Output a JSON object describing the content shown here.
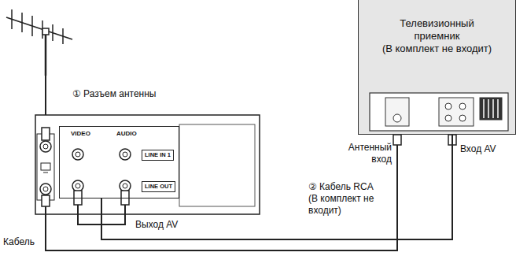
{
  "diagram": {
    "nodes": [
      {
        "text": [
          "Телевизионный приемник",
          "(В комплект не входит)"
        ]
      },
      {
        "text": [
          "VIDEO",
          "AUDIO"
        ]
      },
      {
        "text": [
          "LINE IN 1"
        ],
        "in": 1
      },
      {
        "text": [
          "LINE OUT"
        ],
        "in": 1
      }
    ],
    "edges": [
      {
        "from": 1,
        "to": 0,
        "arrow": "none"
      }
    ],
    "labels": [
      "① Разъем антенны",
      "Антенный вход",
      "Вход AV",
      "② Кабель RCA (В комплект не входит)",
      "Выход AV",
      "Кабель"
    ]
  }
}
